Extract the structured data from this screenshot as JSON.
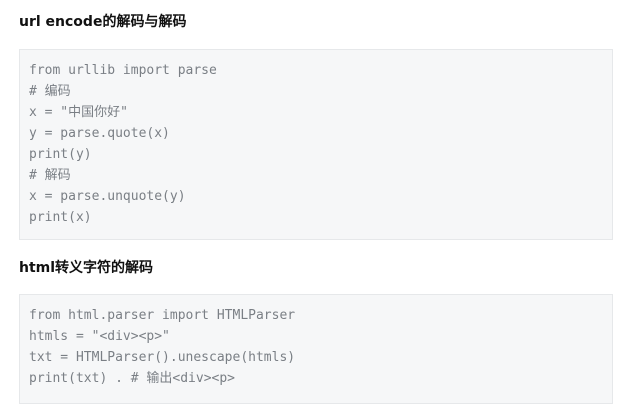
{
  "sections": [
    {
      "heading": "url encode的解码与解码",
      "code_lines": [
        "from urllib import parse",
        "# 编码",
        "x = \"中国你好\"",
        "y = parse.quote(x)",
        "print(y)",
        "# 解码",
        "x = parse.unquote(y)",
        "print(x)"
      ]
    },
    {
      "heading": "html转义字符的解码",
      "code_lines": [
        "from html.parser import HTMLParser",
        "htmls = \"<div><p>\"",
        "txt = HTMLParser().unescape(htmls)",
        "print(txt) . # 输出<div><p>"
      ]
    }
  ]
}
